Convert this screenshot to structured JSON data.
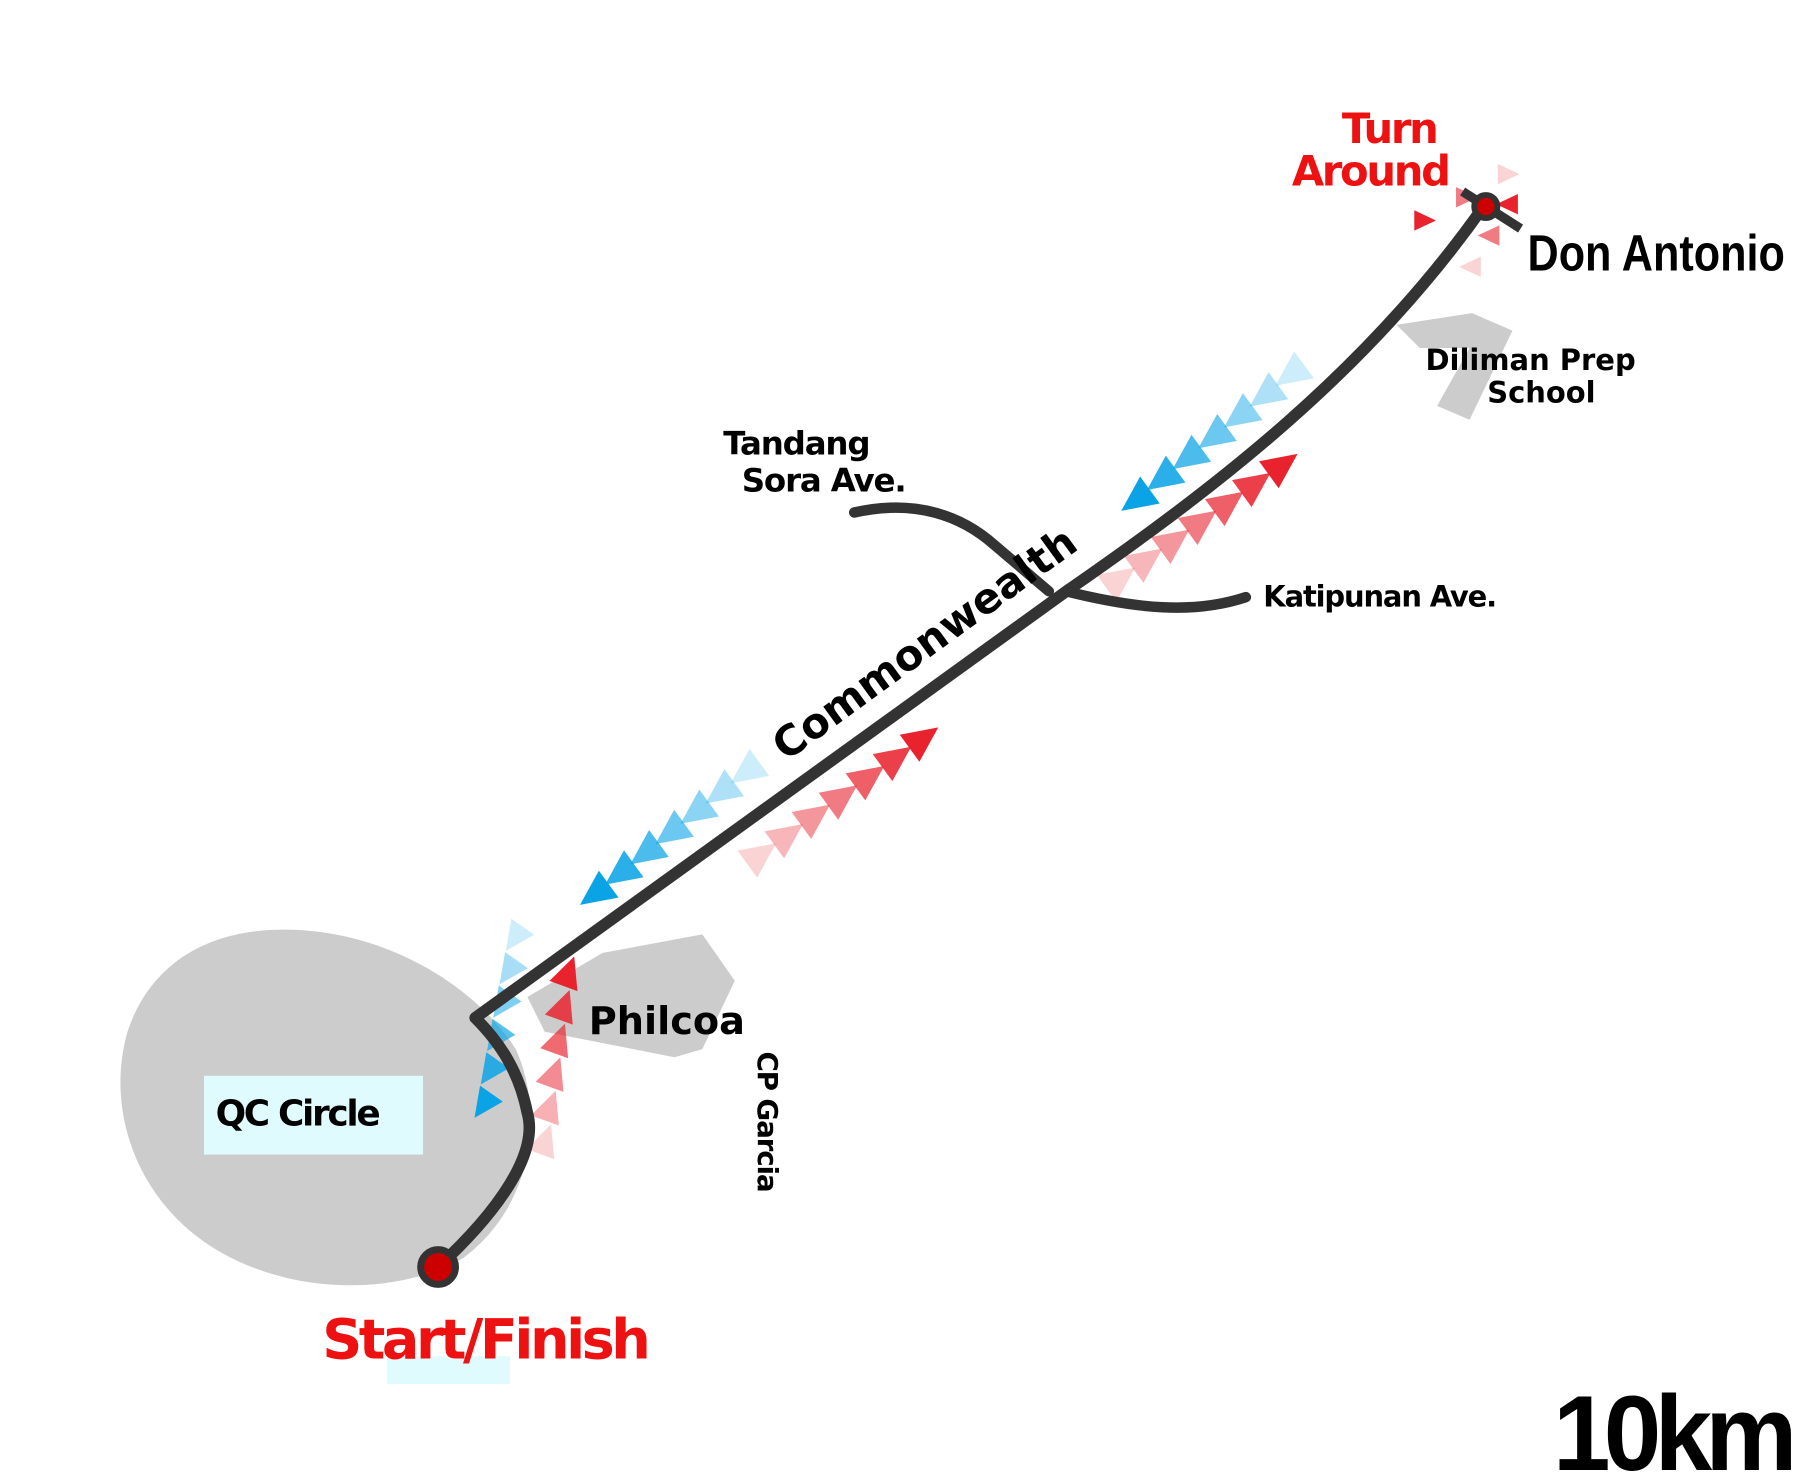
{
  "map": {
    "title_distance": "10km",
    "labels": {
      "turn_around": [
        "Turn",
        "Around"
      ],
      "don_antonio": "Don Antonio",
      "diliman_prep": [
        "Diliman Prep",
        "School"
      ],
      "tandang_sora": [
        "Tandang",
        "Sora Ave."
      ],
      "katipunan": "Katipunan Ave.",
      "commonwealth": "Commonwealth",
      "philcoa": "Philcoa",
      "cp_garcia": "CP Garcia",
      "qc_circle": "QC Circle",
      "start_finish": "Start/Finish"
    },
    "colors": {
      "route": "#333333",
      "outbound": "#e8232e",
      "return": "#0aa3e6",
      "area": "#cccccc",
      "label_red": "#ee1111",
      "label_box": "#dffbfd",
      "marker": "#cc0000"
    }
  }
}
